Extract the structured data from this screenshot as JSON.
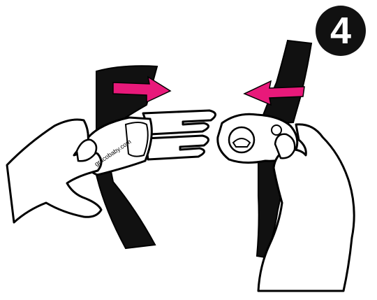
{
  "step": {
    "number": "4"
  },
  "buckle": {
    "imprint": "gracobaby.com"
  },
  "arrows": {
    "left": "arrow-right-pointing",
    "right": "arrow-left-pointing"
  },
  "colors": {
    "strap": "#111111",
    "arrow": "#e8197a",
    "outline": "#000000",
    "background": "#ffffff"
  }
}
